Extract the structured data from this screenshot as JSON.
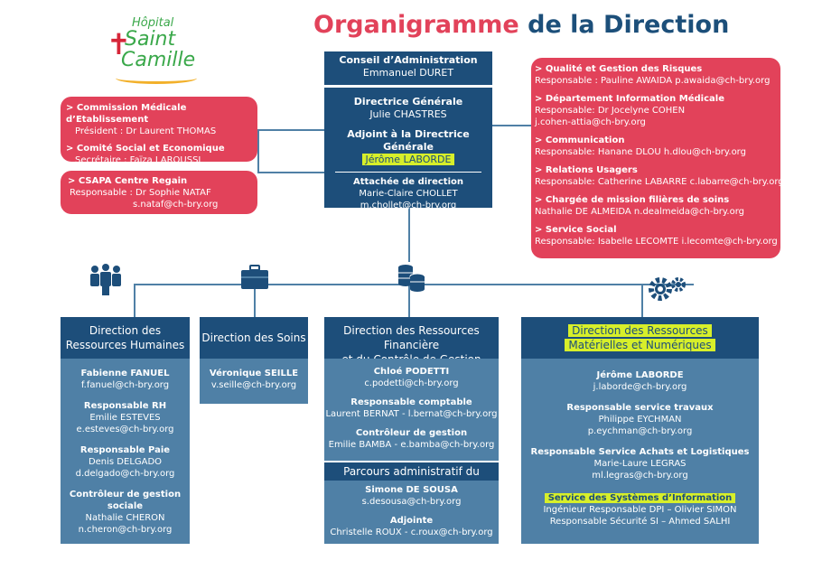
{
  "logo": {
    "line1": "Hôpital",
    "line2": "Saint",
    "line3": "Camille"
  },
  "title": {
    "part1": "Organigramme",
    "part2": "de la Direction"
  },
  "conseil": {
    "title": "Conseil d’Administration",
    "name": "Emmanuel DURET"
  },
  "direction": {
    "dg_title": "Directrice Générale",
    "dg_name": "Julie CHASTRES",
    "adj_title": "Adjoint à la Directrice Générale",
    "adj_name": "Jérôme LABORDE",
    "att_title": "Attachée de direction",
    "att_name": "Marie-Claire CHOLLET",
    "att_email": "m.chollet@ch-bry.org"
  },
  "left_commissions": {
    "cme_title": "> Commission Médicale d’Etablissement",
    "cme_line": "Président : Dr Laurent THOMAS",
    "cse_title": "> Comité Social et Economique",
    "cse_line": "Secrétaire : Faïza LAROUSSI"
  },
  "csapa": {
    "title": "> CSAPA Centre Regain",
    "line1": "Responsable : Dr Sophie NATAF",
    "line2": "s.nataf@ch-bry.org"
  },
  "right_services": [
    {
      "title": "> Qualité et Gestion des Risques",
      "lines": [
        "Responsable : Pauline AWAIDA p.awaida@ch-bry.org"
      ]
    },
    {
      "title": "> Département Information Médicale",
      "lines": [
        "Responsable: Dr Jocelyne COHEN",
        "j.cohen-attia@ch-bry.org"
      ]
    },
    {
      "title": "> Communication",
      "lines": [
        "Responsable: Hanane DLOU  h.dlou@ch-bry.org"
      ]
    },
    {
      "title": "> Relations Usagers",
      "lines": [
        "Responsable: Catherine LABARRE c.labarre@ch-bry.org"
      ]
    },
    {
      "title": "> Chargée de mission filières de soins",
      "lines": [
        "Nathalie DE ALMEIDA  n.dealmeida@ch-bry.org"
      ]
    },
    {
      "title": "> Service Social",
      "lines": [
        "Responsable: Isabelle LECOMTE i.lecomte@ch-bry.org"
      ]
    }
  ],
  "drh": {
    "title1": "Direction des",
    "title2": "Ressources Humaines",
    "p1_name": "Fabienne FANUEL",
    "p1_email": "f.fanuel@ch-bry.org",
    "p2_role": "Responsable RH",
    "p2_name": "Emilie ESTEVES",
    "p2_email": "e.esteves@ch-bry.org",
    "p3_role": "Responsable Paie",
    "p3_name": "Denis DELGADO",
    "p3_email": "d.delgado@ch-bry.org",
    "p4_role1": "Contrôleur de gestion",
    "p4_role2": "sociale",
    "p4_name": "Nathalie CHERON",
    "p4_email": "n.cheron@ch-bry.org"
  },
  "ds": {
    "title": "Direction des Soins",
    "name": "Véronique SEILLE",
    "email": "v.seille@ch-bry.org"
  },
  "drf": {
    "title1": "Direction des Ressources Financière",
    "title2": "et du Contrôle de Gestion",
    "p1_name": "Chloé PODETTI",
    "p1_email": "c.podetti@ch-bry.org",
    "p2_role": "Responsable comptable",
    "p2_line": "Laurent BERNAT  -  l.bernat@ch-bry.org",
    "p3_role": "Contrôleur de gestion",
    "p3_line": "Emilie BAMBA  -  e.bamba@ch-bry.org"
  },
  "parcours": {
    "title": "Parcours administratif du patient",
    "p1_name": "Simone DE SOUSA",
    "p1_email": "s.desousa@ch-bry.org",
    "p2_role": "Adjointe",
    "p2_line": "Christelle ROUX - c.roux@ch-bry.org"
  },
  "drmn": {
    "title1": "Direction des Ressources",
    "title2": "Matérielles et Numériques",
    "p1_name": "Jérôme LABORDE",
    "p1_email": "j.laborde@ch-bry.org",
    "p2_role": "Responsable service travaux",
    "p2_name": "Philippe EYCHMAN",
    "p2_email": "p.eychman@ch-bry.org",
    "p3_role": "Responsable Service Achats et Logistiques",
    "p3_name": "Marie-Laure LEGRAS",
    "p3_email": "ml.legras@ch-bry.org",
    "si_title": "Service des Systèmes d’Information",
    "si_line1": "Ingénieur Responsable DPI – Olivier SIMON",
    "si_line2": "Responsable Sécurité SI – Ahmed SALHI"
  },
  "icons": [
    "people-icon",
    "briefcase-icon",
    "coins-icon",
    "gears-icon"
  ],
  "colors": {
    "navy": "#1d4e7a",
    "steel": "#4f80a6",
    "pink": "#e2425a",
    "highlight": "#d7ef2a"
  }
}
